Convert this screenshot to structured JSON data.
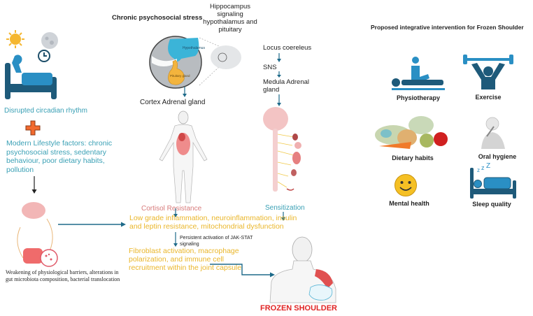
{
  "left": {
    "circadian_label": "Disrupted circadian rhythm",
    "lifestyle_label": "Modern Lifestyle factors: chronic psychosocial stress, sedentary behaviour, poor dietary habits, pollution",
    "gut_label": "Weakening of physiological barriers, alterations in gut microbiota composition, bacterial translocation"
  },
  "center": {
    "stress_title": "Chronic psychosocial stress",
    "hippocampus_label": "Hippocampus signaling hypothalamus and pituitary",
    "hypothalamus_tag": "Hypothalamus",
    "pituitary_tag": "Pituitary gland",
    "cortex_label": "Cortex Adrenal gland",
    "locus_label": "Locus coereleus",
    "sns_label": "SNS",
    "medula_label": "Medula Adrenal gland",
    "cortisol_label": "Cortisol Resistance",
    "sensitization_label": "Sensitization",
    "inflammation_label": "Low grade inflammation, neuroinflammation, insulin and leptin resistance, mitochondrial dysfunction",
    "jak_label": "Persistent activation of JAK-STAT signaling",
    "fibroblast_label": "Fibroblast activation, macrophage polarization, and immune cell recruitment within the joint capsule",
    "outcome_label": "FROZEN SHOULDER"
  },
  "right": {
    "title": "Proposed integrative intervention for Frozen Shoulder",
    "items": [
      {
        "label": "Physiotherapy",
        "icon": "physiotherapy-icon"
      },
      {
        "label": "Exercise",
        "icon": "weightlifting-icon"
      },
      {
        "label": "Dietary habits",
        "icon": "food-icon"
      },
      {
        "label": "Oral hygiene",
        "icon": "toothbrush-icon"
      },
      {
        "label": "Mental health",
        "icon": "smiley-icon"
      },
      {
        "label": "Sleep quality",
        "icon": "sleep-icon"
      }
    ]
  },
  "colors": {
    "teal": "#3aa0b5",
    "dark_teal": "#1e6a8a",
    "yellow": "#eab62a",
    "rose": "#d77b7b",
    "red": "#e02424",
    "orange_plus": "#f26a2e"
  }
}
